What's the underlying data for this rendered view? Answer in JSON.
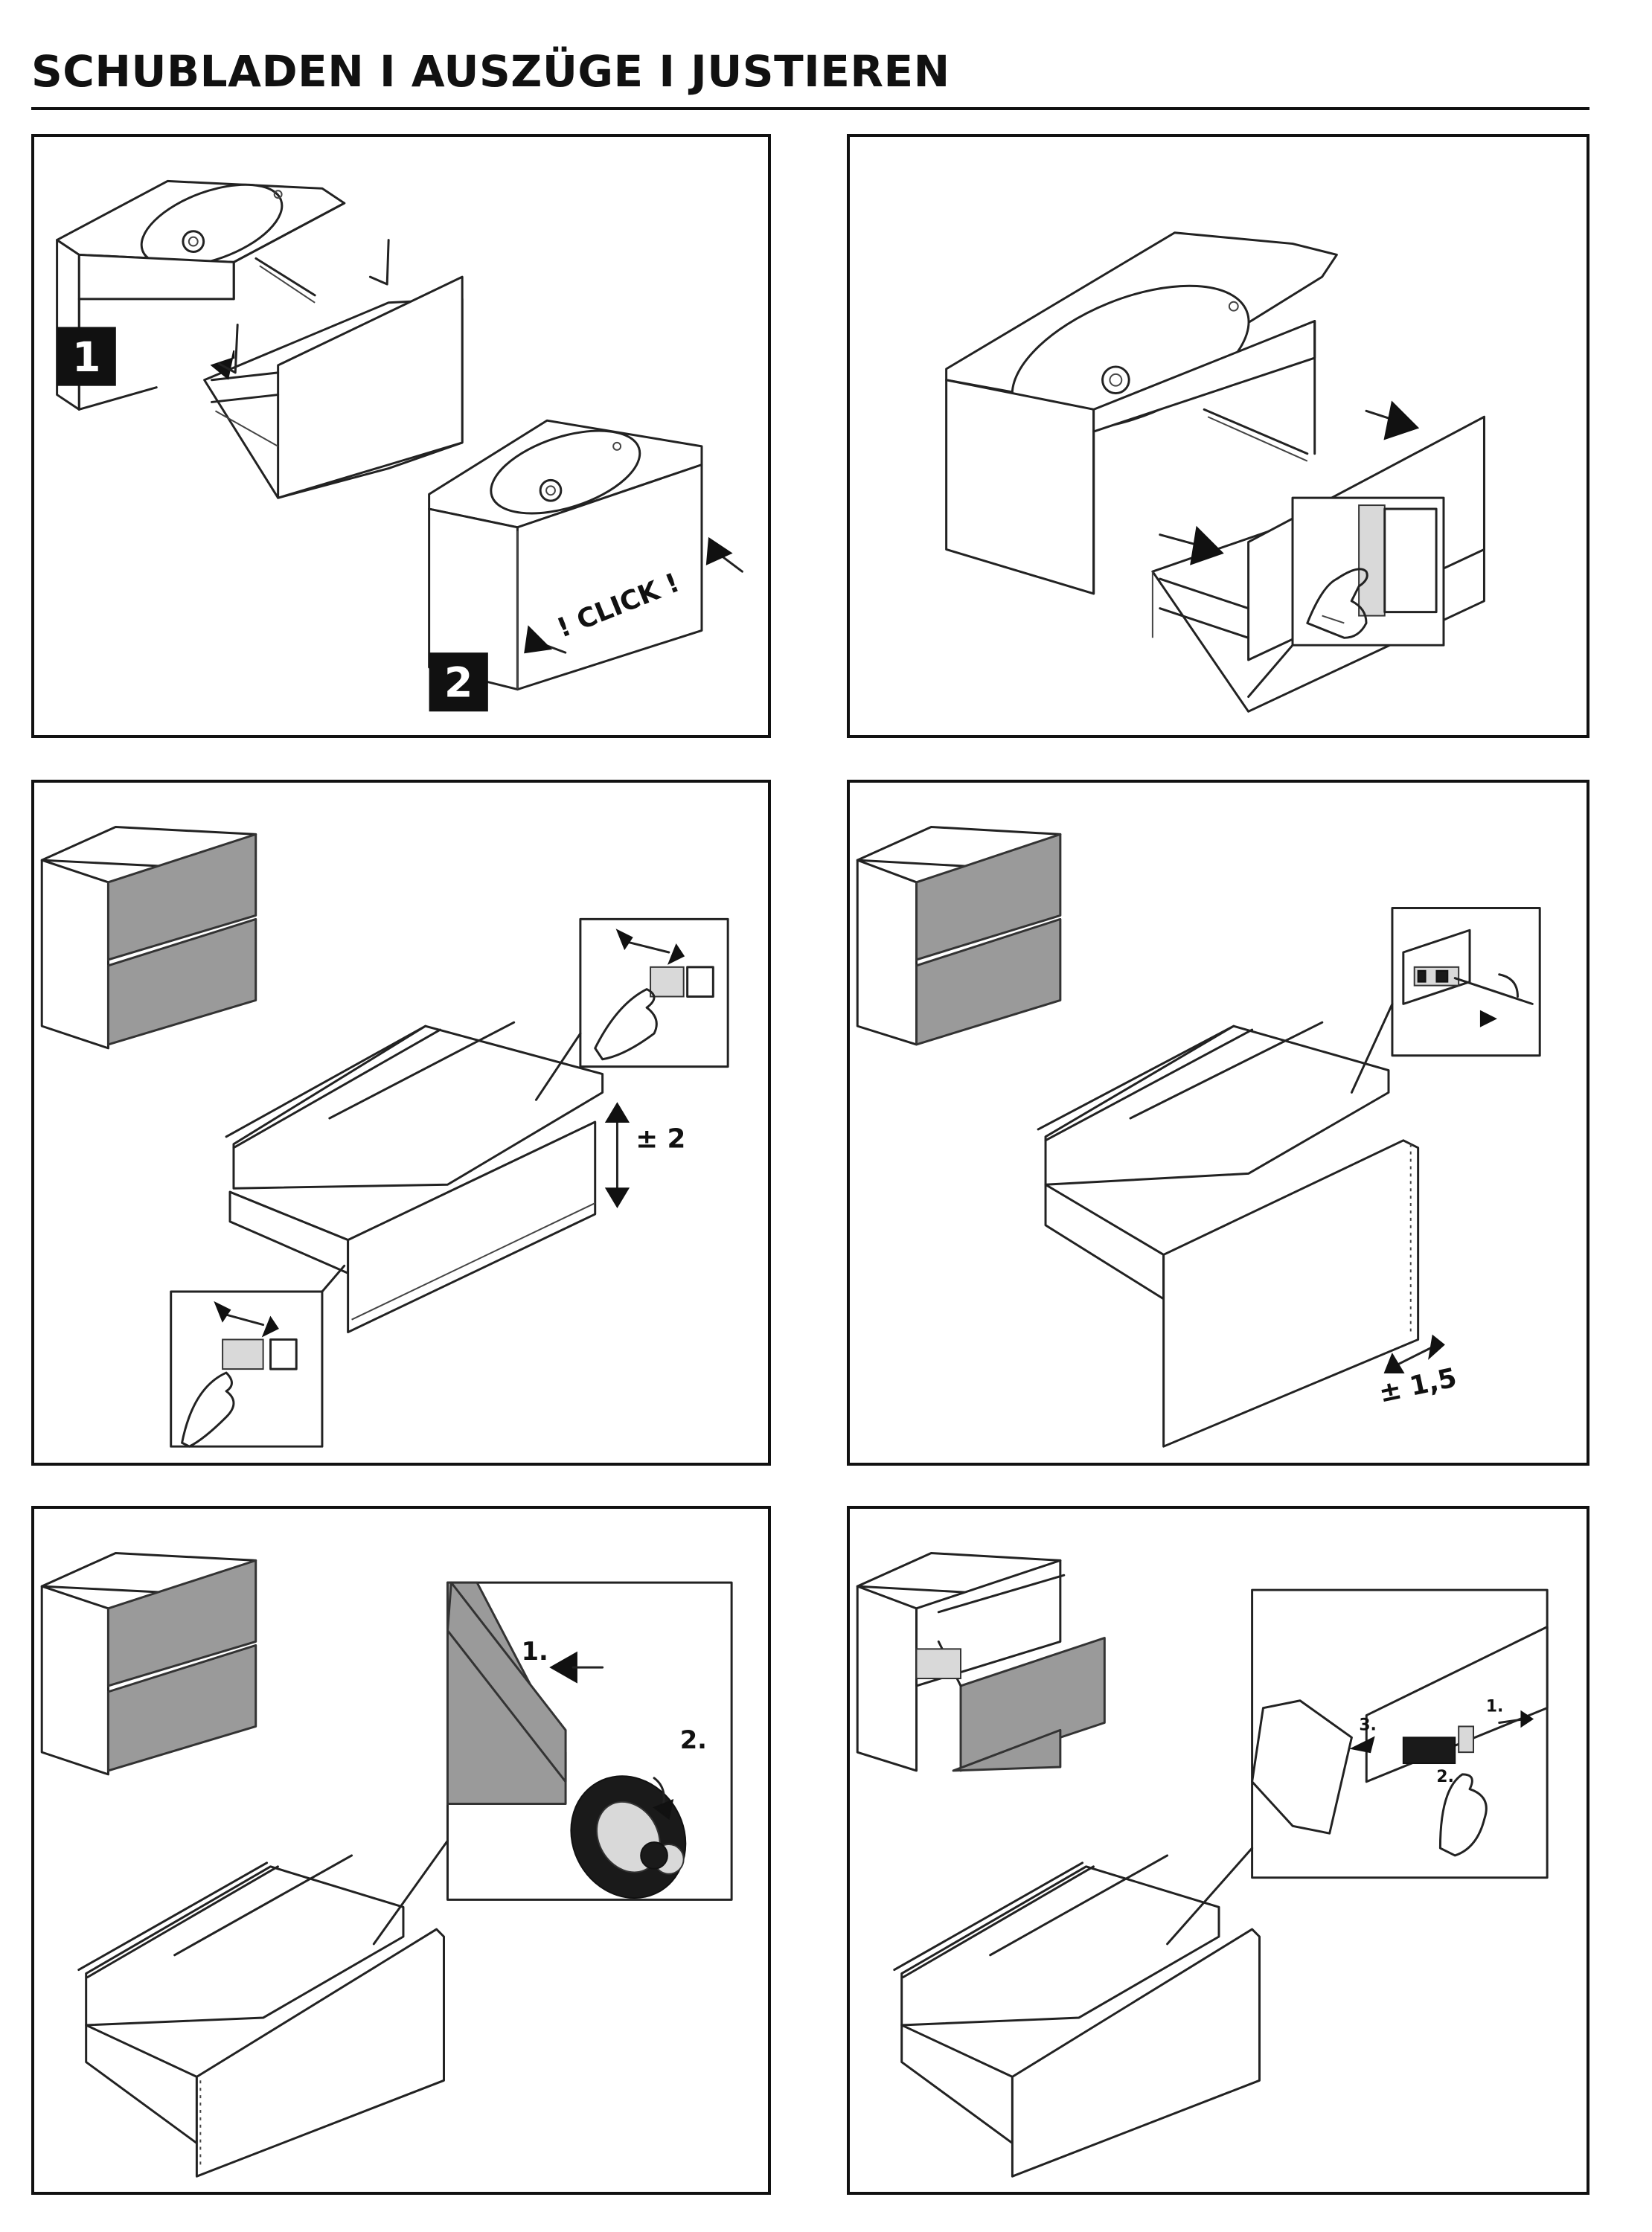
{
  "page": {
    "title": "SCHUBLADEN I AUSZÜGE I JUSTIEREN"
  },
  "panels": [
    {
      "step_badges": [
        "1",
        "2"
      ],
      "click_label": "! CLICK !"
    },
    {},
    {
      "adjust_label": "± 2"
    },
    {
      "adjust_label": "± 1,5"
    },
    {
      "step_labels": [
        "1.",
        "2."
      ]
    },
    {
      "step_labels": [
        "1.",
        "2.",
        "3."
      ]
    }
  ],
  "colors": {
    "line": "#222222",
    "front_fill": "#9a9a9a",
    "badge": "#111111"
  }
}
